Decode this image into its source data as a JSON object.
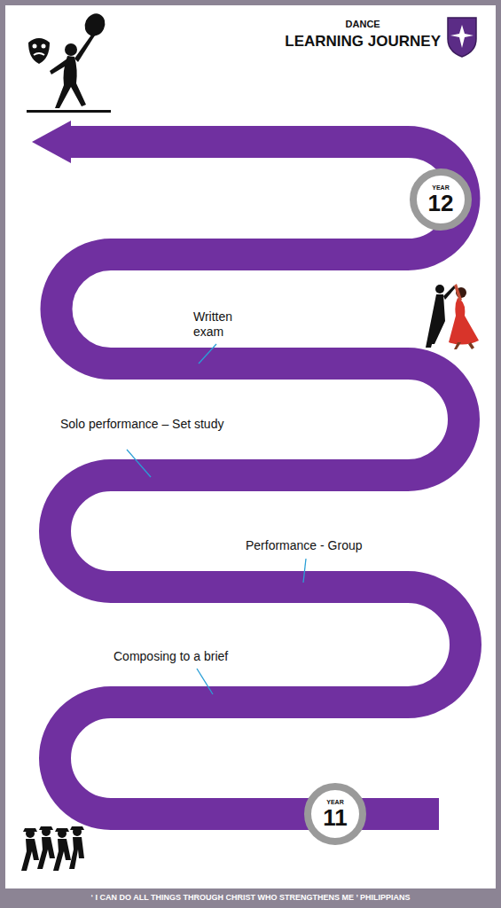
{
  "diagram": {
    "title": "DANCE",
    "caption": "‘ I CAN DO ALL THINGS THROUGH CHRIST WHO STRENGTHENS ME ’ PHILIPPIANS",
    "nodes": [
      {
        "text": [
          "YEAR",
          "12"
        ]
      },
      {
        "text": [
          "YEAR",
          "11"
        ]
      }
    ],
    "labels": [
      "LEARNING JOURNEY",
      "Written exam",
      "Solo performance – Set study",
      "Performance - Group",
      "Composing to a brief"
    ]
  }
}
